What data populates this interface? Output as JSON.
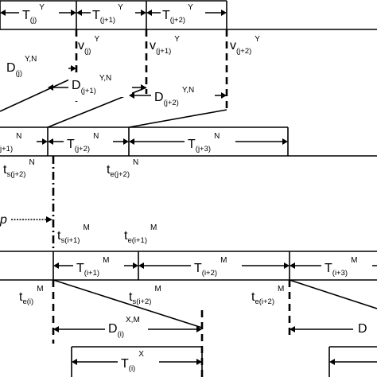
{
  "timeline_y_top": {
    "T_j": {
      "base": "T",
      "sub": "(j)",
      "sup": "Y"
    },
    "T_j1": {
      "base": "T",
      "sub": "(j+1)",
      "sup": "Y"
    },
    "T_j2": {
      "base": "T",
      "sub": "(j+2)",
      "sup": "Y"
    }
  },
  "v_labels": {
    "v_j": {
      "base": "v",
      "sub": "(j)",
      "sup": "Y"
    },
    "v_j1": {
      "base": "v",
      "sub": "(j+1)",
      "sup": "Y"
    },
    "v_j2": {
      "base": "v",
      "sub": "(j+2)",
      "sup": "Y"
    }
  },
  "d_y_labels": {
    "D_j": {
      "base": "D",
      "sub": "(j)",
      "sup": "Y,N"
    },
    "D_j1": {
      "base": "D",
      "sub": "(j+1)",
      "sup": "Y,N"
    },
    "D_j2": {
      "base": "D",
      "sub": "(j+2)",
      "sup": "Y,N"
    }
  },
  "timeline_n": {
    "T_j1": {
      "base": "",
      "sub": "j+1)",
      "sup": "N"
    },
    "T_j2": {
      "base": "T",
      "sub": "(j+2)",
      "sup": "N"
    },
    "T_j3": {
      "base": "T",
      "sub": "(j+3)",
      "sup": "N"
    }
  },
  "ts_te_n": {
    "ts": {
      "base": "t",
      "sub": "s(j+2)",
      "sup": "N"
    },
    "te": {
      "base": "t",
      "sub": "e(j+2)",
      "sup": "N"
    }
  },
  "p_label": "p",
  "ts_te_m_top": {
    "ts": {
      "base": "t",
      "sub": "s(i+1)",
      "sup": "M"
    },
    "te": {
      "base": "t",
      "sub": "e(i+1)",
      "sup": "M"
    }
  },
  "timeline_m": {
    "T_i1": {
      "base": "T",
      "sub": "(i+1)",
      "sup": "M"
    },
    "T_i2": {
      "base": "T",
      "sub": "(i+2)",
      "sup": "M"
    },
    "T_i3": {
      "base": "T",
      "sub": "(i+3)",
      "sup": "M"
    }
  },
  "ts_te_m_bottom": {
    "te_i": {
      "base": "t",
      "sub": "e(i)",
      "sup": "M"
    },
    "ts_i2": {
      "base": "t",
      "sub": "s(i+2)",
      "sup": "M"
    },
    "te_i2": {
      "base": "t",
      "sub": "e(i+2)",
      "sup": "M"
    }
  },
  "d_x_labels": {
    "D_i": {
      "base": "D",
      "sub": "(i)",
      "sup": "X,M"
    },
    "D_partial": {
      "base": "D",
      "sub": "",
      "sup": ""
    }
  },
  "timeline_x": {
    "T_i": {
      "base": "T",
      "sub": "(i)",
      "sup": "X"
    }
  }
}
